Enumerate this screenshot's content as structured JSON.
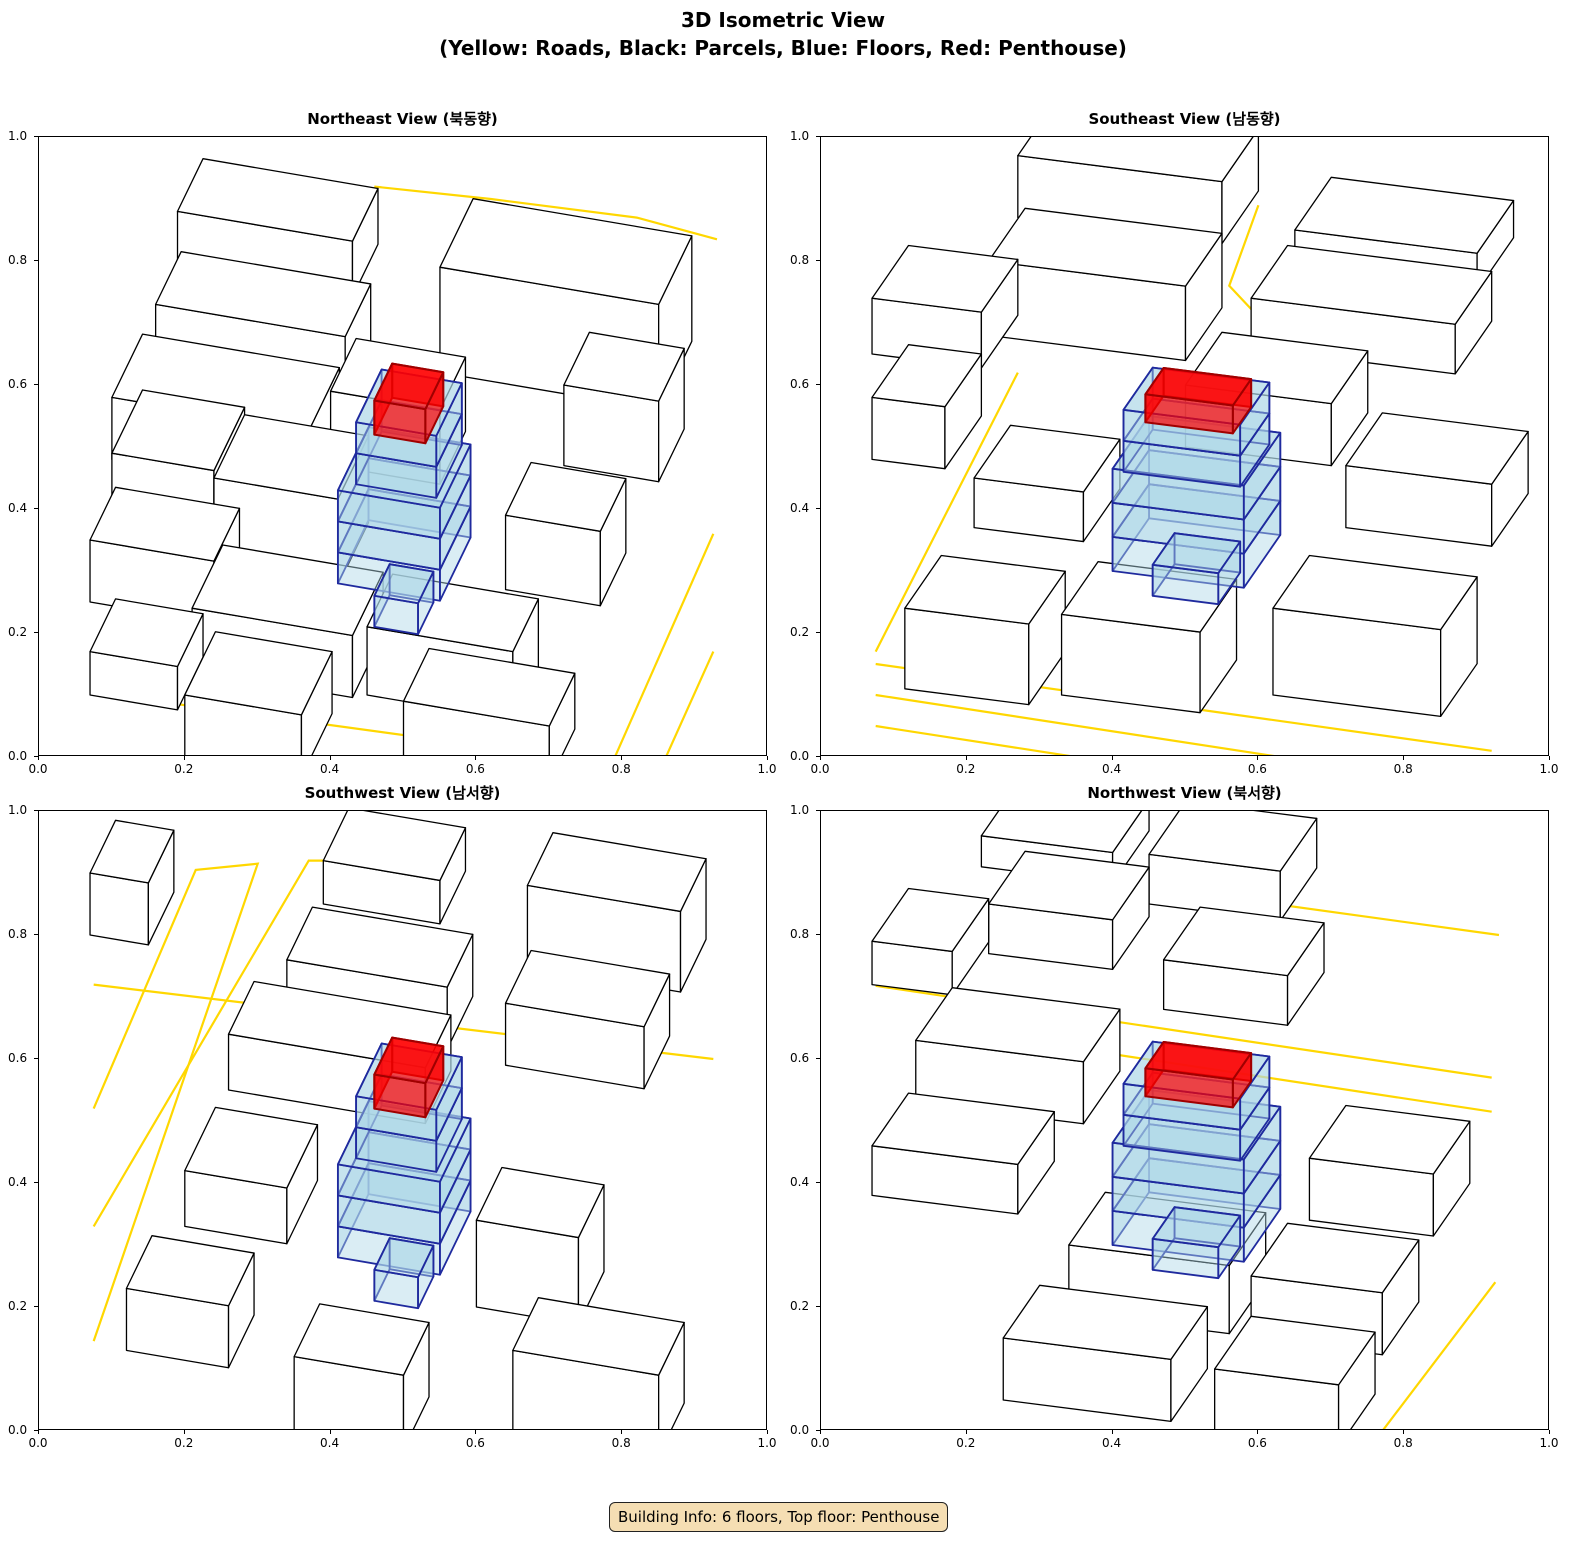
{
  "figure_title_line1": "3D Isometric View",
  "figure_title_line2": "(Yellow: Roads, Black: Parcels, Blue: Floors, Red: Penthouse)",
  "footer": "Building Info: 6 floors, Top floor: Penthouse",
  "colors": {
    "road": "#ffd700",
    "road_dark": "#8b7500",
    "parcel": "#000000",
    "floor_fill": "#add8e6",
    "floor_edge": "#1f2a9e",
    "penthouse_fill": "#ff0000",
    "penthouse_edge": "#a00000"
  },
  "chart_data": [
    {
      "type": "3d-isometric",
      "title": "Northeast View (북동향)",
      "xlim": [
        0,
        1
      ],
      "ylim": [
        0,
        1
      ],
      "xticks": [
        "0.0",
        "0.2",
        "0.4",
        "0.6",
        "0.8",
        "1.0"
      ],
      "yticks": [
        "0.0",
        "0.2",
        "0.4",
        "0.6",
        "0.8",
        "1.0"
      ],
      "projection": {
        "slope": -0.2,
        "depth": [
          0.035,
          0.085
        ]
      },
      "parcels": [
        [
          0.19,
          0.79,
          0.24,
          0.09,
          1
        ],
        [
          0.16,
          0.62,
          0.26,
          0.11,
          1
        ],
        [
          0.1,
          0.48,
          0.27,
          0.1,
          1.2
        ],
        [
          0.55,
          0.62,
          0.3,
          0.17,
          1.3
        ],
        [
          0.4,
          0.47,
          0.15,
          0.12,
          1
        ],
        [
          0.72,
          0.47,
          0.13,
          0.13,
          1
        ],
        [
          0.1,
          0.37,
          0.14,
          0.12,
          1.2
        ],
        [
          0.24,
          0.31,
          0.17,
          0.14,
          1.2
        ],
        [
          0.64,
          0.27,
          0.13,
          0.12,
          1
        ],
        [
          0.21,
          0.14,
          0.22,
          0.1,
          1.2
        ],
        [
          0.07,
          0.25,
          0.17,
          0.1,
          1
        ],
        [
          0.45,
          0.1,
          0.2,
          0.11,
          1
        ],
        [
          0.07,
          0.1,
          0.12,
          0.07,
          1
        ],
        [
          0.2,
          0.0,
          0.16,
          0.1,
          1.2
        ],
        [
          0.5,
          0.0,
          0.2,
          0.09,
          1
        ]
      ],
      "roads": [
        [
          [
            0.46,
            0.92
          ],
          [
            0.62,
            0.9
          ],
          [
            0.82,
            0.87
          ],
          [
            0.93,
            0.835
          ]
        ],
        [
          [
            0.79,
            0.0
          ],
          [
            0.925,
            0.36
          ]
        ],
        [
          [
            0.86,
            0.0
          ],
          [
            0.925,
            0.17
          ]
        ],
        [
          [
            0.16,
            0.09
          ],
          [
            0.72,
            0.0
          ]
        ]
      ],
      "floors": [
        [
          0.41,
          0.28,
          0.14,
          0.05,
          1.2,
          0.0
        ],
        [
          0.41,
          0.28,
          0.14,
          0.05,
          1.2,
          1
        ],
        [
          0.41,
          0.28,
          0.14,
          0.05,
          1.2,
          2
        ],
        [
          0.435,
          0.39,
          0.11,
          0.05,
          1.0,
          1
        ],
        [
          0.435,
          0.39,
          0.11,
          0.05,
          1.0,
          2
        ],
        [
          0.46,
          0.21,
          0.06,
          0.05,
          0.6,
          0
        ]
      ],
      "penthouse": [
        0.46,
        0.52,
        0.07,
        0.055,
        0.7
      ]
    },
    {
      "type": "3d-isometric",
      "title": "Southeast View (남동향)",
      "xlim": [
        0,
        1
      ],
      "ylim": [
        0,
        1
      ],
      "xticks": [
        "0.0",
        "0.2",
        "0.4",
        "0.6",
        "0.8",
        "1.0"
      ],
      "yticks": [
        "0.0",
        "0.2",
        "0.4",
        "0.6",
        "0.8",
        "1.0"
      ],
      "projection": {
        "slope": -0.15,
        "depth": [
          0.05,
          0.085
        ]
      },
      "parcels": [
        [
          0.27,
          0.87,
          0.28,
          0.1,
          1
        ],
        [
          0.65,
          0.79,
          0.25,
          0.06,
          1
        ],
        [
          0.23,
          0.68,
          0.27,
          0.12,
          1
        ],
        [
          0.59,
          0.66,
          0.28,
          0.08,
          1
        ],
        [
          0.07,
          0.65,
          0.15,
          0.09,
          1
        ],
        [
          0.5,
          0.5,
          0.2,
          0.1,
          1
        ],
        [
          0.07,
          0.48,
          0.1,
          0.1,
          1
        ],
        [
          0.72,
          0.37,
          0.2,
          0.1,
          1
        ],
        [
          0.21,
          0.37,
          0.15,
          0.08,
          1
        ],
        [
          0.115,
          0.11,
          0.17,
          0.13,
          1
        ],
        [
          0.33,
          0.1,
          0.19,
          0.13,
          1
        ],
        [
          0.62,
          0.1,
          0.23,
          0.14,
          1
        ]
      ],
      "roads": [
        [
          [
            0.075,
            0.15
          ],
          [
            0.92,
            0.01
          ]
        ],
        [
          [
            0.075,
            0.1
          ],
          [
            0.63,
            0.0
          ]
        ],
        [
          [
            0.075,
            0.05
          ],
          [
            0.35,
            0.0
          ]
        ],
        [
          [
            0.075,
            0.17
          ],
          [
            0.27,
            0.62
          ]
        ],
        [
          [
            0.6,
            0.89
          ],
          [
            0.56,
            0.76
          ],
          [
            0.6,
            0.71
          ]
        ]
      ],
      "floors": [
        [
          0.4,
          0.3,
          0.18,
          0.055,
          1,
          0
        ],
        [
          0.4,
          0.3,
          0.18,
          0.055,
          1,
          1
        ],
        [
          0.4,
          0.3,
          0.18,
          0.055,
          1,
          2
        ],
        [
          0.415,
          0.36,
          0.16,
          0.05,
          0.8,
          2
        ],
        [
          0.415,
          0.36,
          0.16,
          0.05,
          0.8,
          3
        ],
        [
          0.455,
          0.26,
          0.09,
          0.05,
          0.6,
          0
        ]
      ],
      "penthouse": [
        0.445,
        0.54,
        0.12,
        0.045,
        0.5
      ]
    },
    {
      "type": "3d-isometric",
      "title": "Southwest View (남서향)",
      "xlim": [
        0,
        1
      ],
      "ylim": [
        0,
        1
      ],
      "xticks": [
        "0.0",
        "0.2",
        "0.4",
        "0.6",
        "0.8",
        "1.0"
      ],
      "yticks": [
        "0.0",
        "0.2",
        "0.4",
        "0.6",
        "0.8",
        "1.0"
      ],
      "projection": {
        "slope": -0.2,
        "depth": [
          0.035,
          0.085
        ]
      },
      "parcels": [
        [
          0.39,
          0.85,
          0.16,
          0.07,
          1
        ],
        [
          0.07,
          0.8,
          0.08,
          0.1,
          1
        ],
        [
          0.67,
          0.75,
          0.21,
          0.13,
          1
        ],
        [
          0.34,
          0.66,
          0.22,
          0.1,
          1
        ],
        [
          0.64,
          0.59,
          0.19,
          0.1,
          1
        ],
        [
          0.26,
          0.55,
          0.27,
          0.09,
          1
        ],
        [
          0.2,
          0.33,
          0.14,
          0.09,
          1.2
        ],
        [
          0.6,
          0.2,
          0.14,
          0.14,
          1
        ],
        [
          0.12,
          0.13,
          0.14,
          0.1,
          1
        ],
        [
          0.35,
          0.0,
          0.15,
          0.12,
          1
        ],
        [
          0.65,
          0.0,
          0.2,
          0.13,
          1
        ]
      ],
      "roads": [
        [
          [
            0.075,
            0.33
          ],
          [
            0.37,
            0.92
          ],
          [
            0.45,
            0.92
          ]
        ],
        [
          [
            0.075,
            0.145
          ],
          [
            0.3,
            0.915
          ],
          [
            0.215,
            0.905
          ],
          [
            0.075,
            0.52
          ]
        ],
        [
          [
            0.075,
            0.72
          ],
          [
            0.925,
            0.6
          ]
        ]
      ],
      "floors": [
        [
          0.41,
          0.28,
          0.14,
          0.05,
          1.2,
          0
        ],
        [
          0.41,
          0.28,
          0.14,
          0.05,
          1.2,
          1
        ],
        [
          0.41,
          0.28,
          0.14,
          0.05,
          1.2,
          2
        ],
        [
          0.435,
          0.39,
          0.11,
          0.05,
          1.0,
          1
        ],
        [
          0.435,
          0.39,
          0.11,
          0.05,
          1.0,
          2
        ],
        [
          0.46,
          0.21,
          0.06,
          0.05,
          0.6,
          0
        ]
      ],
      "penthouse": [
        0.46,
        0.52,
        0.07,
        0.055,
        0.7
      ]
    },
    {
      "type": "3d-isometric",
      "title": "Northwest View (북서향)",
      "xlim": [
        0,
        1
      ],
      "ylim": [
        0,
        1
      ],
      "xticks": [
        "0.0",
        "0.2",
        "0.4",
        "0.6",
        "0.8",
        "1.0"
      ],
      "yticks": [
        "0.0",
        "0.2",
        "0.4",
        "0.6",
        "0.8",
        "1.0"
      ],
      "projection": {
        "slope": -0.15,
        "depth": [
          0.05,
          0.085
        ]
      },
      "parcels": [
        [
          0.22,
          0.91,
          0.18,
          0.05,
          1
        ],
        [
          0.45,
          0.85,
          0.18,
          0.08,
          1
        ],
        [
          0.23,
          0.77,
          0.17,
          0.08,
          1
        ],
        [
          0.07,
          0.72,
          0.11,
          0.07,
          1
        ],
        [
          0.47,
          0.68,
          0.17,
          0.08,
          1
        ],
        [
          0.13,
          0.53,
          0.23,
          0.1,
          1
        ],
        [
          0.07,
          0.38,
          0.2,
          0.08,
          1
        ],
        [
          0.67,
          0.34,
          0.17,
          0.1,
          1
        ],
        [
          0.34,
          0.19,
          0.22,
          0.11,
          1
        ],
        [
          0.59,
          0.15,
          0.18,
          0.1,
          1
        ],
        [
          0.25,
          0.05,
          0.23,
          0.1,
          1
        ],
        [
          0.54,
          0.0,
          0.17,
          0.1,
          1
        ]
      ],
      "roads": [
        [
          [
            0.075,
            0.718
          ],
          [
            0.92,
            0.57
          ]
        ],
        [
          [
            0.165,
            0.65
          ],
          [
            0.92,
            0.515
          ]
        ],
        [
          [
            0.56,
            0.86
          ],
          [
            0.93,
            0.8
          ]
        ],
        [
          [
            0.77,
            0.0
          ],
          [
            0.925,
            0.24
          ]
        ]
      ],
      "floors": [
        [
          0.4,
          0.3,
          0.18,
          0.055,
          1,
          0
        ],
        [
          0.4,
          0.3,
          0.18,
          0.055,
          1,
          1
        ],
        [
          0.4,
          0.3,
          0.18,
          0.055,
          1,
          2
        ],
        [
          0.415,
          0.36,
          0.16,
          0.05,
          0.8,
          2
        ],
        [
          0.415,
          0.36,
          0.16,
          0.05,
          0.8,
          3
        ],
        [
          0.455,
          0.26,
          0.09,
          0.05,
          0.6,
          0
        ]
      ],
      "penthouse": [
        0.445,
        0.54,
        0.12,
        0.045,
        0.5
      ]
    }
  ]
}
